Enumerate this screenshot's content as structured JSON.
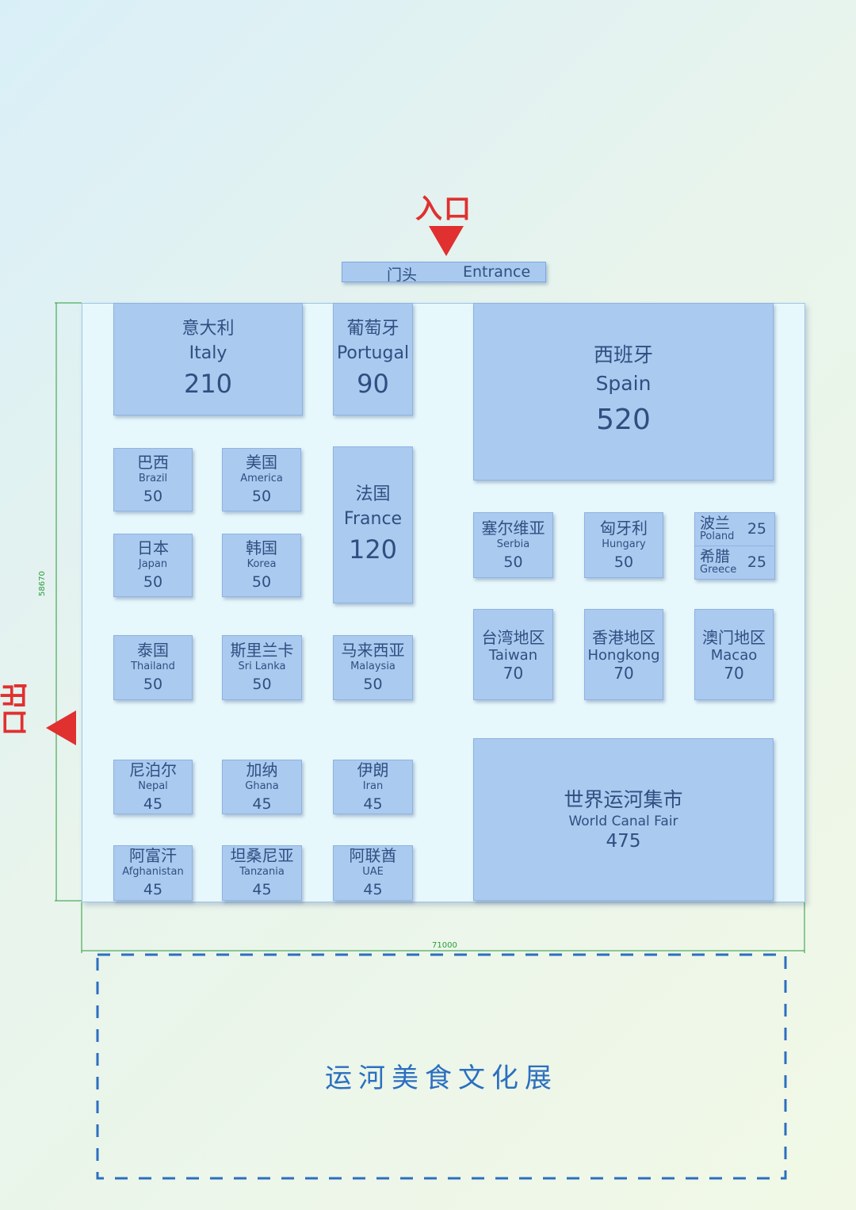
{
  "entrance": {
    "label": "入口",
    "gate_cn": "门头",
    "gate_en": "Entrance"
  },
  "exit": {
    "label": "口出"
  },
  "dimensions": {
    "width": "71000",
    "height": "58670"
  },
  "exhibition_title": "运河美食文化展",
  "colors": {
    "booth_fill": "#abcaf0",
    "hall_fill": "#e7f8fc",
    "accent_red": "#e03030",
    "text": "#2f4f80",
    "dimension_green": "#2a9a3a"
  },
  "booths": {
    "italy": {
      "cn": "意大利",
      "en": "Italy",
      "area": "210"
    },
    "portugal": {
      "cn": "葡萄牙",
      "en": "Portugal",
      "area": "90"
    },
    "spain": {
      "cn": "西班牙",
      "en": "Spain",
      "area": "520"
    },
    "brazil": {
      "cn": "巴西",
      "en": "Brazil",
      "area": "50"
    },
    "america": {
      "cn": "美国",
      "en": "America",
      "area": "50"
    },
    "france": {
      "cn": "法国",
      "en": "France",
      "area": "120"
    },
    "japan": {
      "cn": "日本",
      "en": "Japan",
      "area": "50"
    },
    "korea": {
      "cn": "韩国",
      "en": "Korea",
      "area": "50"
    },
    "serbia": {
      "cn": "塞尔维亚",
      "en": "Serbia",
      "area": "50"
    },
    "hungary": {
      "cn": "匈牙利",
      "en": "Hungary",
      "area": "50"
    },
    "poland": {
      "cn": "波兰",
      "en": "Poland",
      "area": "25"
    },
    "greece": {
      "cn": "希腊",
      "en": "Greece",
      "area": "25"
    },
    "thailand": {
      "cn": "泰国",
      "en": "Thailand",
      "area": "50"
    },
    "srilanka": {
      "cn": "斯里兰卡",
      "en": "Sri Lanka",
      "area": "50"
    },
    "malaysia": {
      "cn": "马来西亚",
      "en": "Malaysia",
      "area": "50"
    },
    "taiwan": {
      "cn": "台湾地区",
      "en": "Taiwan",
      "area": "70"
    },
    "hongkong": {
      "cn": "香港地区",
      "en": "Hongkong",
      "area": "70"
    },
    "macao": {
      "cn": "澳门地区",
      "en": "Macao",
      "area": "70"
    },
    "nepal": {
      "cn": "尼泊尔",
      "en": "Nepal",
      "area": "45"
    },
    "ghana": {
      "cn": "加纳",
      "en": "Ghana",
      "area": "45"
    },
    "iran": {
      "cn": "伊朗",
      "en": "Iran",
      "area": "45"
    },
    "canalfair": {
      "cn": "世界运河集市",
      "en": "World Canal Fair",
      "area": "475"
    },
    "afghanistan": {
      "cn": "阿富汗",
      "en": "Afghanistan",
      "area": "45"
    },
    "tanzania": {
      "cn": "坦桑尼亚",
      "en": "Tanzania",
      "area": "45"
    },
    "uae": {
      "cn": "阿联酋",
      "en": "UAE",
      "area": "45"
    }
  }
}
